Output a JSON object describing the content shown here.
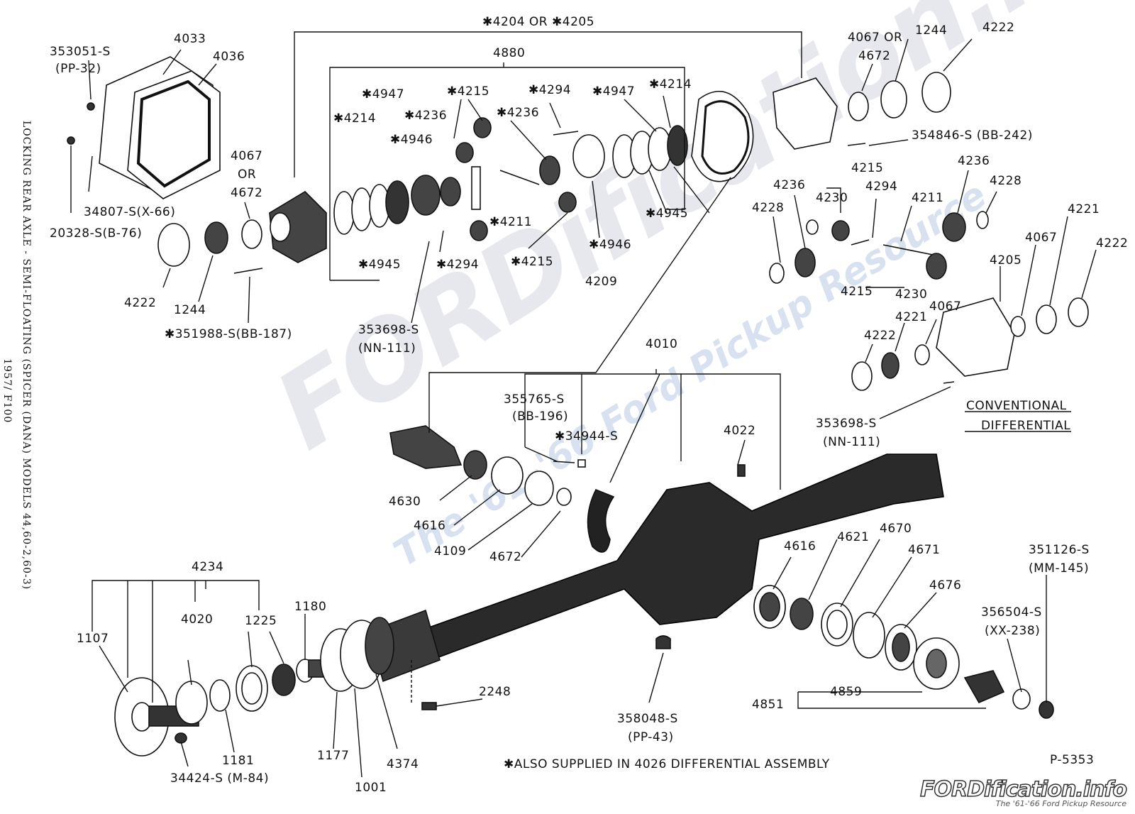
{
  "side_title": "LOCKING REAR AXLE - SEMI-FLOATING (SPICER (DANA) MODELS 44,60-2,60-3)",
  "side_year": "1957/ F100",
  "watermark": {
    "main": "FORDification.info",
    "sub": "The '61-'66 Ford Pickup Resource"
  },
  "logo": {
    "main": "FORDification.info",
    "sub": "The '61-'66 Ford Pickup Resource"
  },
  "labels": {
    "l4204": "✱4204 OR ✱4205",
    "l4880": "4880",
    "l4067or4672_top": "4067 OR",
    "l4672_top": "4672",
    "l1244_top": "1244",
    "l4222_top": "4222",
    "l353051": "353051-S",
    "lpp32": "(PP-32)",
    "l4033": "4033",
    "l4036": "4036",
    "l34807": "34807-S(X-66)",
    "l20328": "20328-S(B-76)",
    "l4067_mid": "4067",
    "lor_mid": "OR",
    "l4672_mid": "4672",
    "l4222_left": "4222",
    "l1244_left": "1244",
    "l351988": "✱351988-S(BB-187)",
    "l4947a": "✱4947",
    "l4214a": "✱4214",
    "l4236a": "✱4236",
    "l4946a": "✱4946",
    "l4215a": "✱4215",
    "l4294a": "✱4294",
    "l4236b": "✱4236",
    "l4947b": "✱4947",
    "l4214b": "✱4214",
    "l4945a": "✱4945",
    "l4211a": "✱4211",
    "l4294b": "✱4294",
    "l4215b": "✱4215",
    "l4946b": "✱4946",
    "l4945b": "✱4945",
    "l353698a": "353698-S",
    "lnn111a": "(NN-111)",
    "l4209": "4209",
    "l354846": "354846-S (BB-242)",
    "l4215c": "4215",
    "l4236c": "4236",
    "l4236d": "4236",
    "l4230a": "4230",
    "l4294c": "4294",
    "l4228a": "4228",
    "l4228b": "4228",
    "l4211b": "4211",
    "l4221a": "4221",
    "l4067r": "4067",
    "l4222r": "4222",
    "l4205": "4205",
    "l4215d": "4215",
    "l4230b": "4230",
    "l4221b": "4221",
    "l4067b": "4067",
    "l4222b": "4222",
    "l353698b": "353698-S",
    "lnn111b": "(NN-111)",
    "conventional": "CONVENTIONAL",
    "differential": "DIFFERENTIAL",
    "l4010": "4010",
    "l355765": "355765-S",
    "lbb196": "(BB-196)",
    "l34944": "✱34944-S",
    "l4022": "4022",
    "l4630": "4630",
    "l4616a": "4616",
    "l4109": "4109",
    "l4672b": "4672",
    "l4616b": "4616",
    "l4621": "4621",
    "l4670": "4670",
    "l4671": "4671",
    "l4676": "4676",
    "l351126": "351126-S",
    "lmm145": "(MM-145)",
    "l356504": "356504-S",
    "lxx238": "(XX-238)",
    "l4851": "4851",
    "l4859": "4859",
    "l4234": "4234",
    "l1107": "1107",
    "l4020": "4020",
    "l1225": "1225",
    "l1180": "1180",
    "l1181": "1181",
    "l1177": "1177",
    "l1001": "1001",
    "l4374": "4374",
    "l34424": "34424-S (M-84)",
    "l2248": "2248",
    "l358048": "358048-S",
    "lpp43": "(PP-43)",
    "note": "✱ALSO SUPPLIED IN 4026 DIFFERENTIAL ASSEMBLY",
    "pnum": "P-5353"
  }
}
